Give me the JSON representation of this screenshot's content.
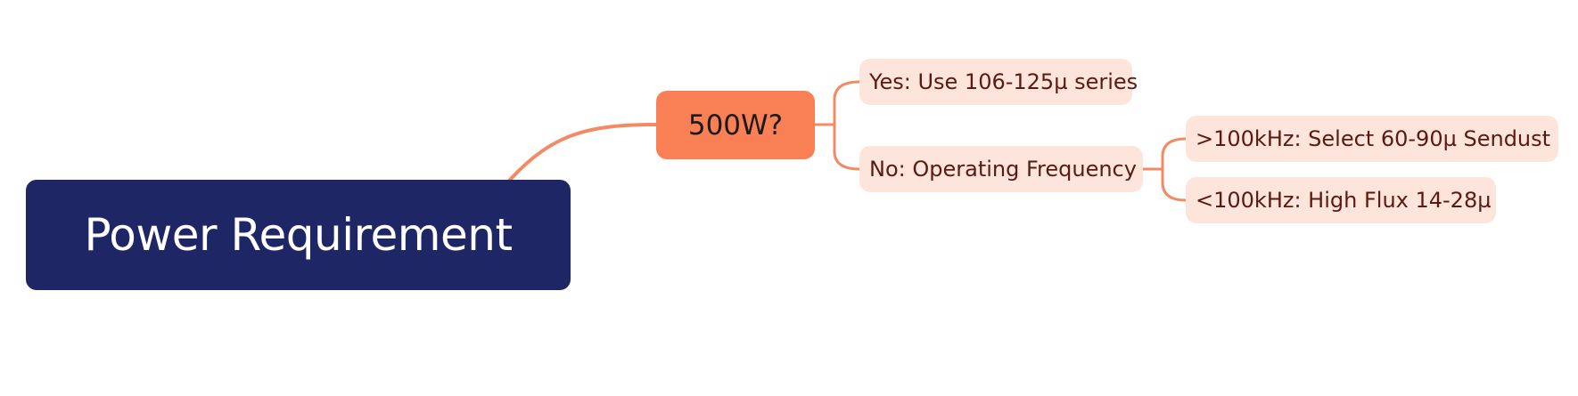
{
  "colors": {
    "root_fill": "#1f2666",
    "decision_fill": "#f98055",
    "leaf_fill": "#fde5dc",
    "connector": "#f48a64"
  },
  "nodes": {
    "root": "Power Requirement",
    "decision": "500W?",
    "yes_branch": "Yes: Use 106-125µ series",
    "no_branch": "No: Operating Frequency",
    "high_freq": ">100kHz: Select 60-90µ Sendust",
    "low_freq": "<100kHz: High Flux 14-28µ"
  }
}
